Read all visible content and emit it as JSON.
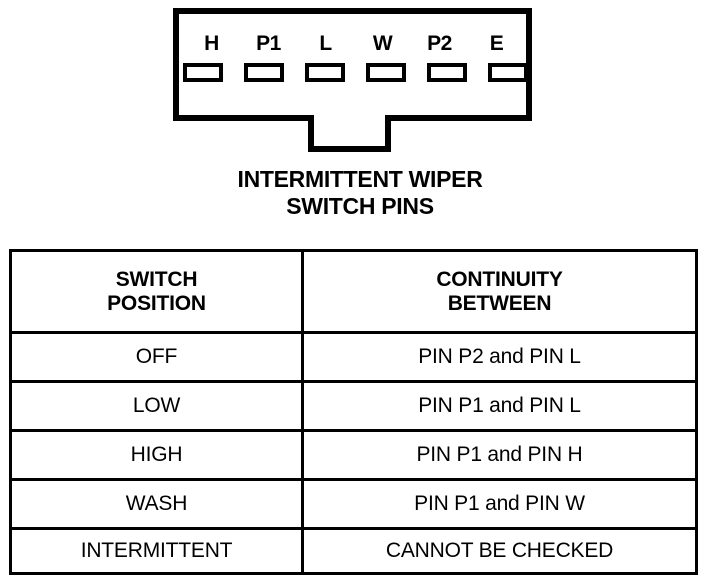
{
  "diagram": {
    "name": "intermittent-wiper-switch-connector",
    "caption_line1": "INTERMITTENT WIPER",
    "caption_line2": "SWITCH PINS",
    "pins": [
      {
        "label": "H"
      },
      {
        "label": "P1"
      },
      {
        "label": "L"
      },
      {
        "label": "W"
      },
      {
        "label": "P2"
      },
      {
        "label": "E"
      }
    ],
    "line_color": "#000000",
    "fill_color": "#ffffff"
  },
  "table": {
    "headers": {
      "position_line1": "SWITCH",
      "position_line2": "POSITION",
      "continuity_line1": "CONTINUITY",
      "continuity_line2": "BETWEEN"
    },
    "rows": [
      {
        "position": "OFF",
        "continuity": "PIN P2 and PIN L"
      },
      {
        "position": "LOW",
        "continuity": "PIN P1 and PIN L"
      },
      {
        "position": "HIGH",
        "continuity": "PIN P1 and PIN H"
      },
      {
        "position": "WASH",
        "continuity": "PIN P1 and PIN W"
      },
      {
        "position": "INTERMITTENT",
        "continuity": "CANNOT BE CHECKED"
      }
    ]
  }
}
